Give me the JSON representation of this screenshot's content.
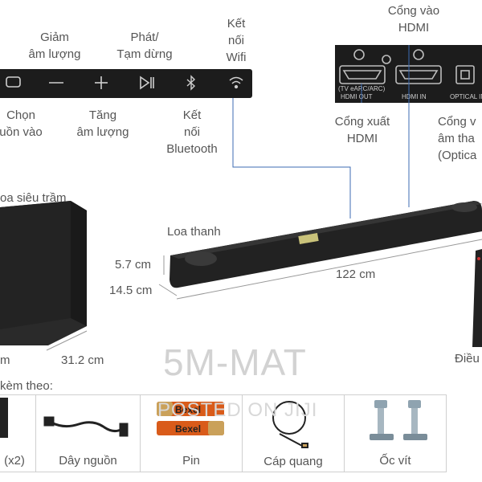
{
  "remote_buttons": {
    "giam": "Giảm\nâm lượng",
    "phat": "Phát/\nTạm dừng",
    "wifi": "Kết\nnối\nWifi",
    "chon": "Chọn\nuồn vào",
    "tang": "Tăng\nâm lượng",
    "bt": "Kết\nnối\nBluetooth"
  },
  "ports": {
    "hdmi_in_label": "Cổng vào\nHDMI",
    "hdmi_out_label": "Cổng xuất\nHDMI",
    "optical_label": "Cổng v\nâm tha\n(Optica",
    "panel_tv": "(TV eARC/ARC)",
    "panel_hdmi_out": "HDMI OUT",
    "panel_hdmi_in": "HDMI IN",
    "panel_optical": "OPTICAL IN"
  },
  "products": {
    "subwoofer": "oa siêu trầm",
    "soundbar": "Loa thanh",
    "remote": "Điều",
    "dim_h": "5.7 cm",
    "dim_d": "14.5 cm",
    "dim_w": "122 cm",
    "sub_d": "31.2 cm",
    "sub_w": "m"
  },
  "watermark": {
    "big": "5M-MAT",
    "small": "POSTED ON JIJI"
  },
  "accessories": {
    "header": "kèm theo:",
    "items": [
      {
        "name": "(x2)"
      },
      {
        "name": "Dây nguồn"
      },
      {
        "name": "Pin"
      },
      {
        "name": "Cáp quang"
      },
      {
        "name": "Ốc vít"
      }
    ],
    "battery_brand": "Bexel"
  },
  "colors": {
    "panel": "#1c1c1c",
    "line": "#3d6bb3",
    "text": "#555555",
    "border": "#cfcfcf"
  }
}
